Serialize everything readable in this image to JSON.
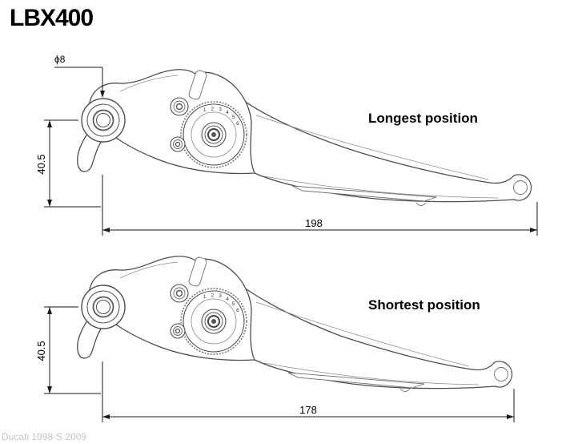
{
  "title": "LBX400",
  "watermark": "Ducati 1098-S 2009",
  "views": {
    "long": {
      "label": "Longest position",
      "length": "198",
      "height": "40.5",
      "hole": "ϕ8",
      "scale": [
        "1",
        "2",
        "3",
        "4",
        "5",
        "6"
      ]
    },
    "short": {
      "label": "Shortest position",
      "length": "178",
      "height": "40.5",
      "scale": [
        "1",
        "2",
        "3",
        "4",
        "5",
        "6"
      ]
    }
  }
}
